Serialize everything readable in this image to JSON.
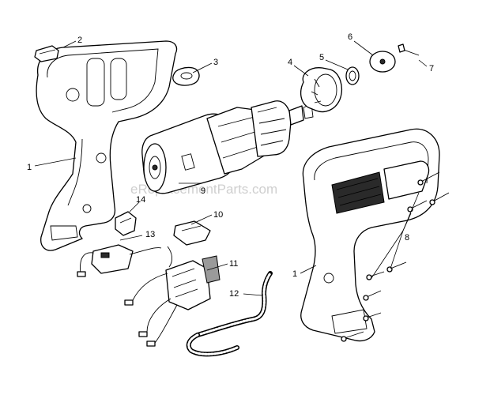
{
  "watermark": "eReplacementParts.com",
  "callouts": {
    "c1a": "1",
    "c1b": "1",
    "c2": "2",
    "c3": "3",
    "c4": "4",
    "c5": "5",
    "c6": "6",
    "c7": "7",
    "c8": "8",
    "c9": "9",
    "c10": "10",
    "c11": "11",
    "c12": "12",
    "c13": "13",
    "c14": "14"
  }
}
